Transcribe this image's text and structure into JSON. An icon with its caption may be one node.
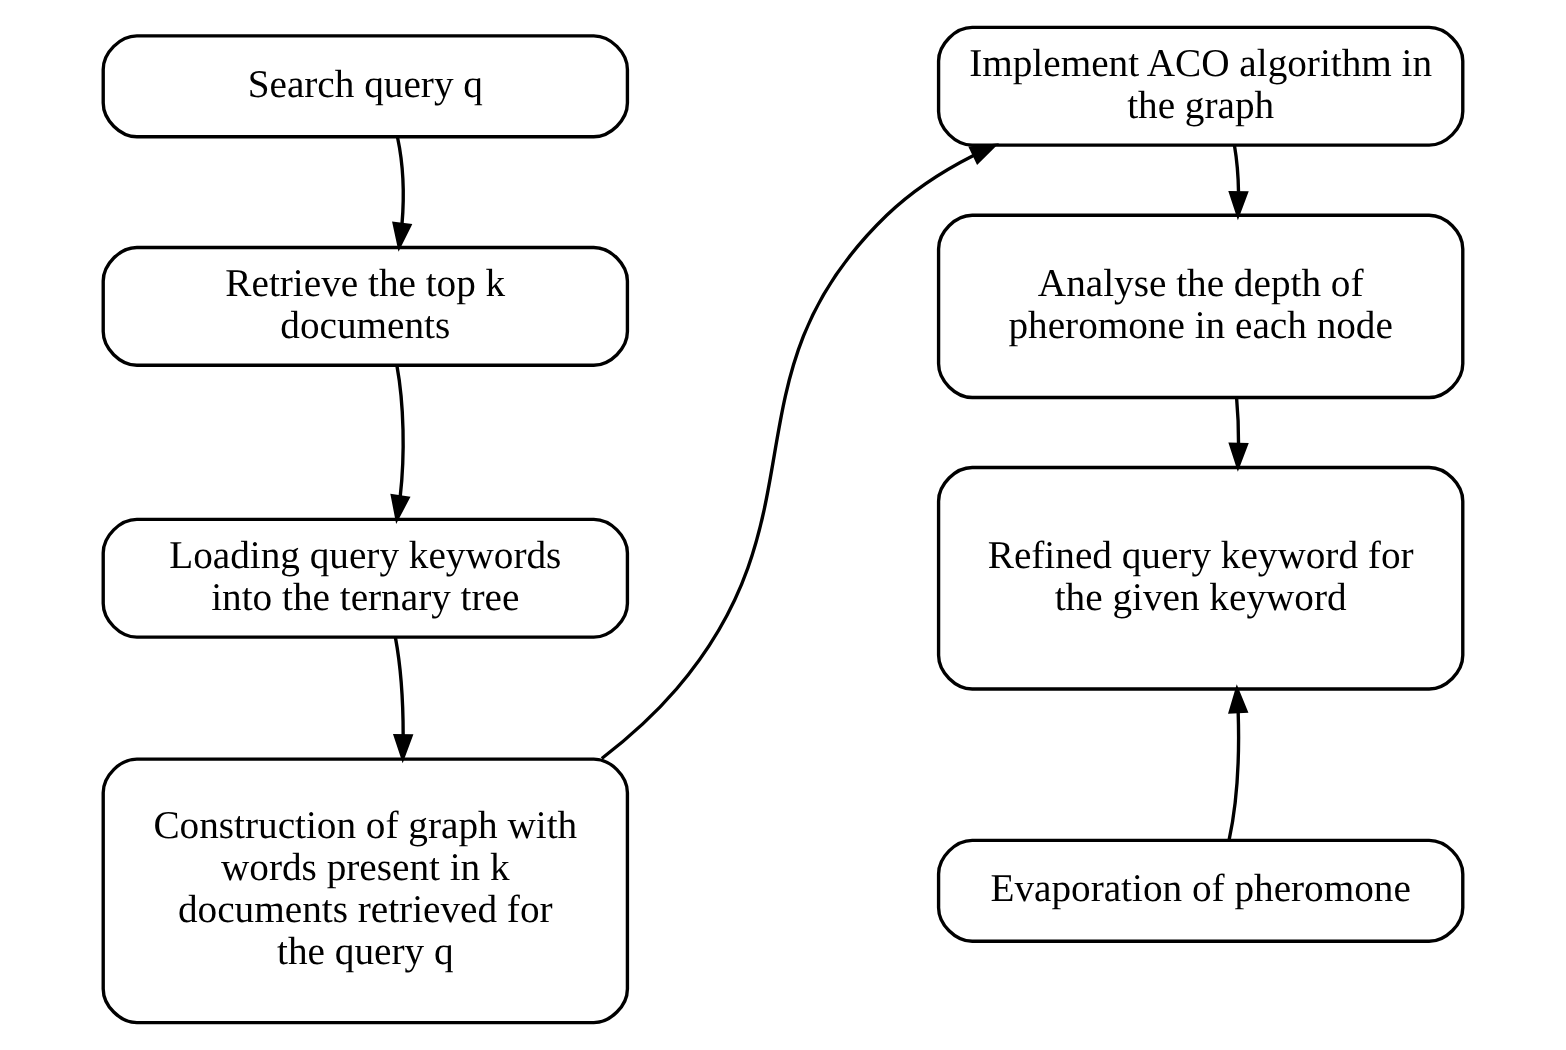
{
  "diagram": {
    "nodes": [
      {
        "text": [
          "Search query q"
        ]
      },
      {
        "text": [
          "Retrieve the top k documents"
        ]
      },
      {
        "text": [
          "Loading query keywords into the ternary tree"
        ]
      },
      {
        "text": [
          "Construction of graph with words present in k documents retrieved for the query q"
        ]
      },
      {
        "text": [
          "Implement ACO algorithm in the graph"
        ]
      },
      {
        "text": [
          "Analyse the depth of pheromone in each node"
        ]
      },
      {
        "text": [
          "Refined query keyword for the given keyword"
        ]
      },
      {
        "text": [
          "Evaporation of pheromone"
        ]
      }
    ],
    "edges": [
      {
        "from": 0,
        "to": 1,
        "arrow": "to"
      },
      {
        "from": 1,
        "to": 2,
        "arrow": "to"
      },
      {
        "from": 2,
        "to": 3,
        "arrow": "to"
      },
      {
        "from": 3,
        "to": 4,
        "arrow": "to"
      },
      {
        "from": 4,
        "to": 5,
        "arrow": "to"
      },
      {
        "from": 5,
        "to": 6,
        "arrow": "to"
      },
      {
        "from": 7,
        "to": 6,
        "arrow": "to"
      }
    ]
  }
}
